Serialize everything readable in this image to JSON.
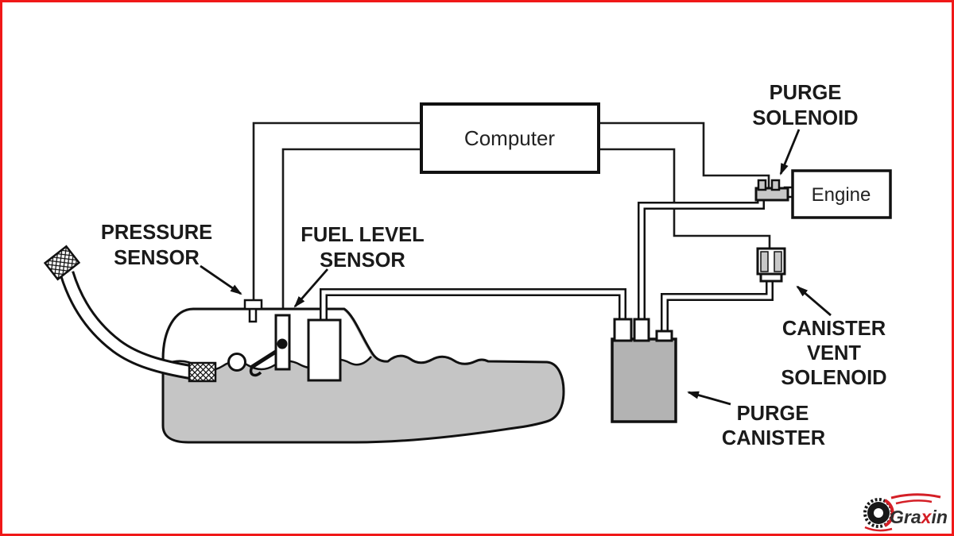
{
  "diagram": {
    "computer_label": "Computer",
    "engine_label": "Engine",
    "labels": {
      "pressure_sensor": [
        "PRESSURE",
        "SENSOR"
      ],
      "fuel_level_sensor": [
        "FUEL LEVEL",
        "SENSOR"
      ],
      "purge_solenoid": [
        "PURGE",
        "SOLENOID"
      ],
      "canister_vent_solenoid": [
        "CANISTER",
        "VENT",
        "SOLENOID"
      ],
      "purge_canister": [
        "PURGE",
        "CANISTER"
      ]
    },
    "components": [
      "fuel-tank",
      "filler-hose",
      "fuel-pump",
      "float",
      "computer",
      "engine"
    ]
  },
  "logo": {
    "part1": "Gra",
    "part2": "x",
    "part3": "in"
  },
  "colors": {
    "line": "#1a1a1a",
    "tank_fill": "#c5c5c5",
    "canister_fill": "#b3b3b3",
    "component_fill": "#c8c8c8",
    "label_text": "#1a1a1a",
    "logo_red": "#d41f26",
    "logo_dark": "#2e2e2e",
    "frame_red": "#f01818"
  }
}
